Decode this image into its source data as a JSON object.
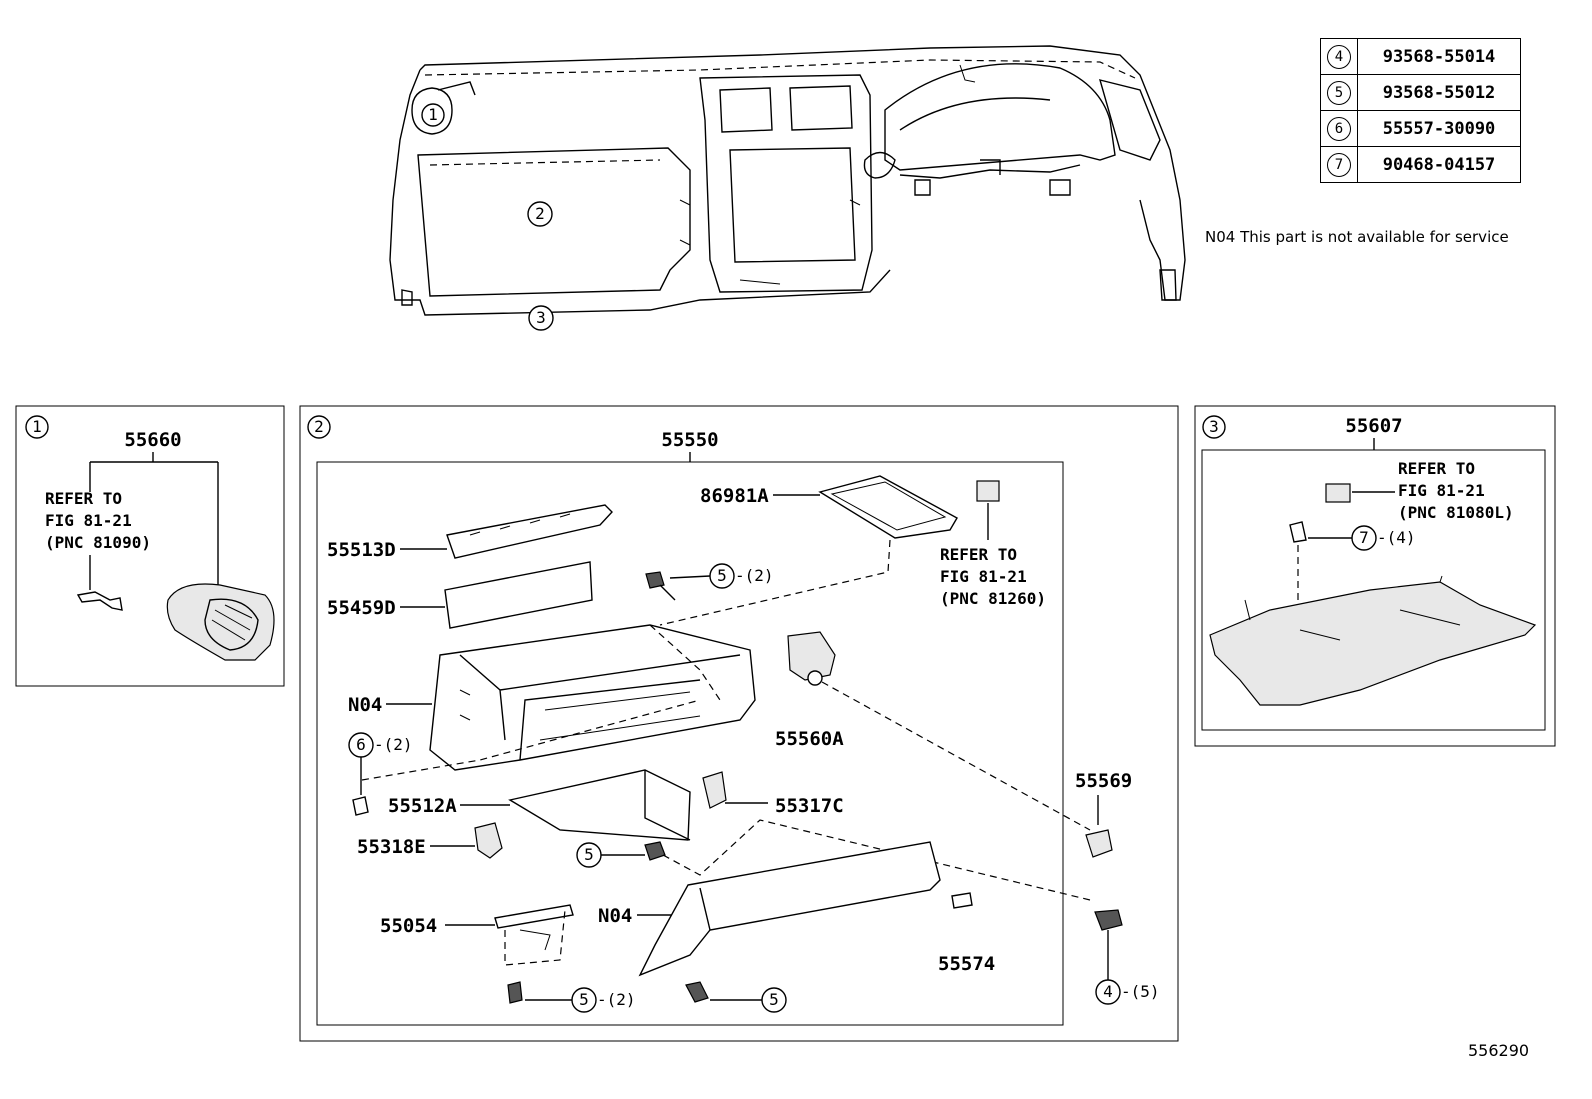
{
  "legend": [
    {
      "ref": "4",
      "part": "93568-55014"
    },
    {
      "ref": "5",
      "part": "93568-55012"
    },
    {
      "ref": "6",
      "part": "55557-30090"
    },
    {
      "ref": "7",
      "part": "90468-04157"
    }
  ],
  "footnote": "N04 This part is not available for service",
  "figure_number": "556290",
  "callouts": {
    "c1": "1",
    "c2": "2",
    "c3": "3",
    "c4": "4",
    "c5": "5",
    "c6": "6",
    "c7": "7"
  },
  "panel1": {
    "tag": "1",
    "part": "55660",
    "refer": [
      "REFER TO",
      "FIG 81-21",
      "(PNC 81090)"
    ]
  },
  "panel2": {
    "tag": "2",
    "part": "55550",
    "labels": {
      "p86981A": "86981A",
      "p55513D": "55513D",
      "p55459D": "55459D",
      "n04_box": "N04",
      "p55560A": "55560A",
      "p55569": "55569",
      "p55512A": "55512A",
      "p55317C": "55317C",
      "p55318E": "55318E",
      "p55054": "55054",
      "n04_door": "N04",
      "p55574": "55574"
    },
    "refer": [
      "REFER TO",
      "FIG 81-21",
      "(PNC 81260)"
    ],
    "qty": {
      "q5_top": "-(2)",
      "q6": "-(2)",
      "q5_bottom": "-(2)",
      "q4": "-(5)"
    }
  },
  "panel3": {
    "tag": "3",
    "part": "55607",
    "refer": [
      "REFER TO",
      "FIG 81-21",
      "(PNC 81080L)"
    ],
    "qty": "-(4)"
  }
}
